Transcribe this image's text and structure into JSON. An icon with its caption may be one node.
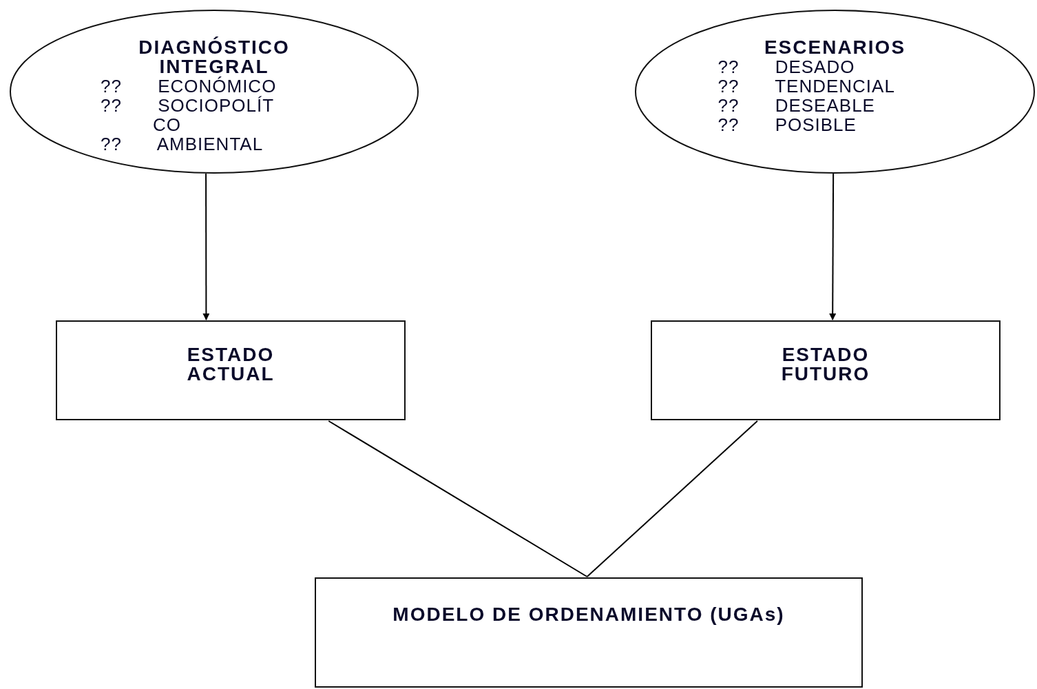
{
  "diagram": {
    "nodes": [
      {
        "text": [
          "DIAGNÓSTICO INTEGRAL",
          "?? ECONÓMICO",
          "?? SOCIOPOLÍT CO",
          "?? AMBIENTAL"
        ]
      },
      {
        "text": [
          "ESCENARIOS",
          "?? DESADO",
          "?? TENDENCIAL",
          "?? DESEABLE",
          "?? POSIBLE"
        ]
      },
      {
        "text": [
          "ESTADO ACTUAL"
        ]
      },
      {
        "text": [
          "ESTADO FUTURO"
        ]
      },
      {
        "text": [
          "MODELO DE ORDENAMIENTO (UGAs)"
        ]
      }
    ],
    "edges": [
      {
        "from": 0,
        "to": 2,
        "arrow": "to"
      },
      {
        "from": 1,
        "to": 3,
        "arrow": "to"
      },
      {
        "from": 2,
        "to": 4,
        "arrow": "none"
      },
      {
        "from": 3,
        "to": 4,
        "arrow": "none"
      }
    ]
  }
}
